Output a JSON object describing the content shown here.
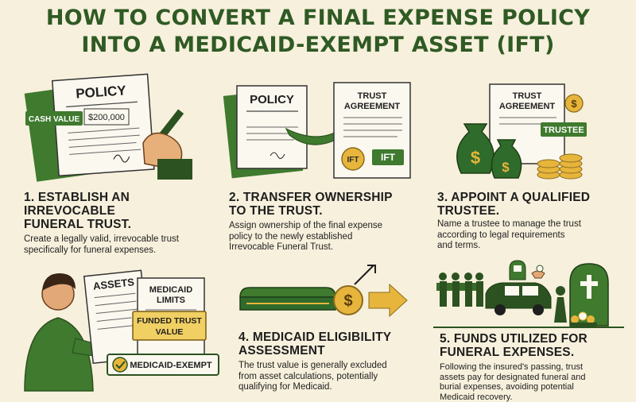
{
  "title": {
    "line1": "HOW TO CONVERT A FINAL EXPENSE POLICY",
    "line2": "INTO A MEDICAID-EXEMPT ASSET (IFT)"
  },
  "steps": [
    {
      "title_line1": "1. ESTABLISH AN IRREVOCABLE",
      "title_line2": "FUNERAL TRUST.",
      "desc_line1": "Create a legally valid, irrevocable trust",
      "desc_line2": "specifically for funeral expenses.",
      "desc_line3": "",
      "desc_line4": ""
    },
    {
      "title_line1": "2. TRANSFER OWNERSHIP",
      "title_line2": "TO THE TRUST.",
      "desc_line1": "Assign ownership of the final expense",
      "desc_line2": "policy to the newly established",
      "desc_line3": "Irrevocable Funeral Trust.",
      "desc_line4": ""
    },
    {
      "title_line1": "3. APPOINT A QUALIFIED",
      "title_line2": "TRUSTEE.",
      "desc_line1": "Name a trustee to manage the trust",
      "desc_line2": "according to legal requirements",
      "desc_line3": "and terms.",
      "desc_line4": ""
    },
    {
      "title_line1": "4. MEDICAID ELIGIBILITY",
      "title_line2": "ASSESSMENT",
      "desc_line1": "The trust value is generally excluded",
      "desc_line2": "from asset calculations, potentially",
      "desc_line3": "qualifying for Medicaid.",
      "desc_line4": ""
    },
    {
      "title_line1": "5. FUNDS UTILIZED FOR",
      "title_line2": "FUNERAL EXPENSES.",
      "desc_line1": "Following the insured's passing, trust",
      "desc_line2": "assets pay for designated funeral and",
      "desc_line3": "burial expenses, avoiding potential",
      "desc_line4": "Medicaid recovery."
    }
  ],
  "illustrations": {
    "policy_label": "POLICY",
    "cash_value_label": "CASH VALUE",
    "cash_value_amount": "$200,000",
    "trust_label_line1": "TRUST",
    "trust_label_line2": "AGREEMENT",
    "ift_seal": "IFT",
    "ift_tag": "IFT",
    "trustee_badge": "TRUSTEE",
    "dollar_sign": "$",
    "assets_label": "ASSETS",
    "medicaid_limits_line1": "MEDICAID",
    "medicaid_limits_line2": "LIMITS",
    "funded_trust_line1": "FUNDED TRUST",
    "funded_trust_line2": "VALUE",
    "medicaid_exempt_label": "MEDICAID-EXEMPT"
  },
  "colors": {
    "title_green": "#2f5a24",
    "accent_green": "#3f7a2e",
    "dark_green": "#2b5220",
    "gold": "#e7b53c",
    "background": "#f7f0dc"
  }
}
